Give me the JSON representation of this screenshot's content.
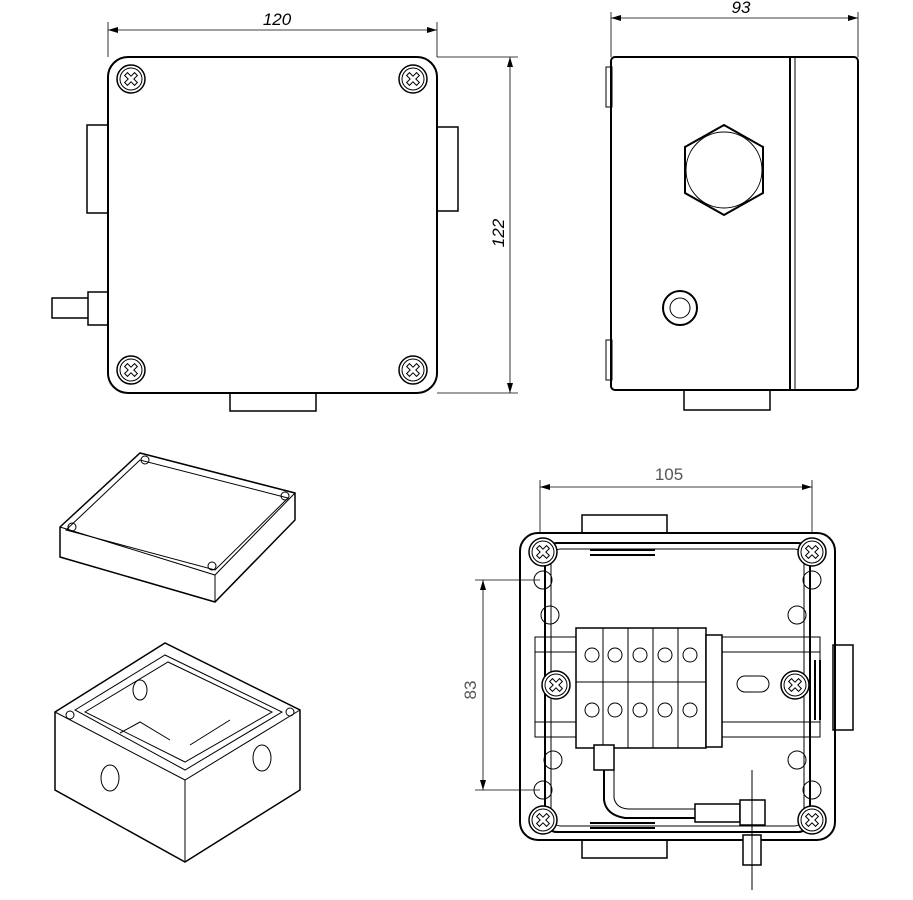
{
  "front_view": {
    "width_dim": "120",
    "height_dim": "122"
  },
  "side_view": {
    "width_dim": "93"
  },
  "open_view": {
    "width_dim": "105",
    "height_dim": "83"
  }
}
